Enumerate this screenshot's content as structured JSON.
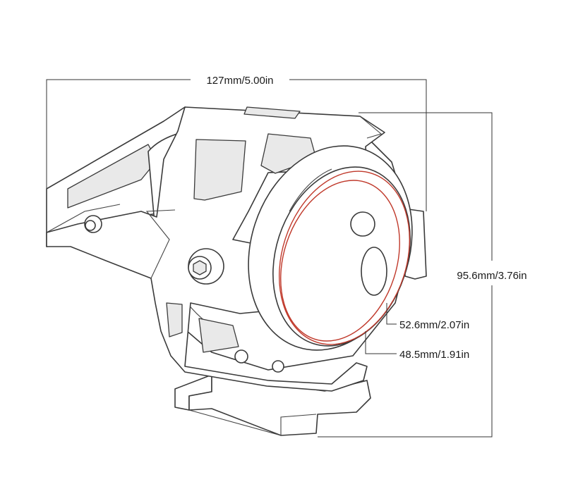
{
  "dimensions": {
    "width_label": "127mm/5.00in",
    "height_label": "95.6mm/3.76in",
    "outer_ring_label": "52.6mm/2.07in",
    "inner_ring_label": "48.5mm/1.91in"
  },
  "colors": {
    "line": "#3a3a3a",
    "ring_accent": "#c0392b",
    "background": "#ffffff"
  }
}
